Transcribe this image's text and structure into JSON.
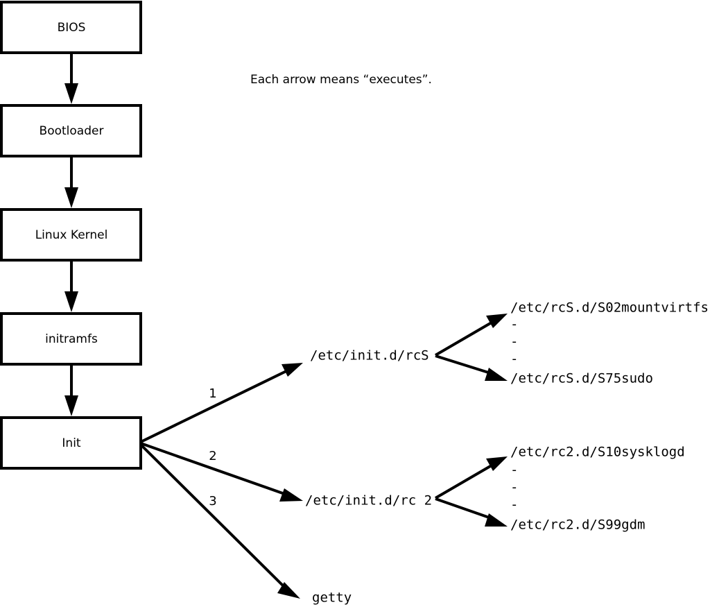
{
  "diagram": {
    "note": "Each arrow means “executes”.",
    "boot_chain": [
      {
        "label": "BIOS"
      },
      {
        "label": "Bootloader"
      },
      {
        "label": "Linux Kernel"
      },
      {
        "label": "initramfs"
      },
      {
        "label": "Init"
      }
    ],
    "init_branches": [
      {
        "number": "1",
        "target": "/etc/init.d/rcS"
      },
      {
        "number": "2",
        "target": "/etc/init.d/rc 2"
      },
      {
        "number": "3",
        "target": "getty"
      }
    ],
    "rcs_scripts": {
      "first": "/etc/rcS.d/S02mountvirtfs",
      "ellipsis": [
        "-",
        "-",
        "-"
      ],
      "last": "/etc/rcS.d/S75sudo"
    },
    "rc2_scripts": {
      "first": "/etc/rc2.d/S10sysklogd",
      "ellipsis": [
        "-",
        "-",
        "-"
      ],
      "last": "/etc/rc2.d/S99gdm"
    },
    "colors": {
      "stroke": "#000000",
      "fill": "#ffffff",
      "text": "#000000"
    }
  }
}
